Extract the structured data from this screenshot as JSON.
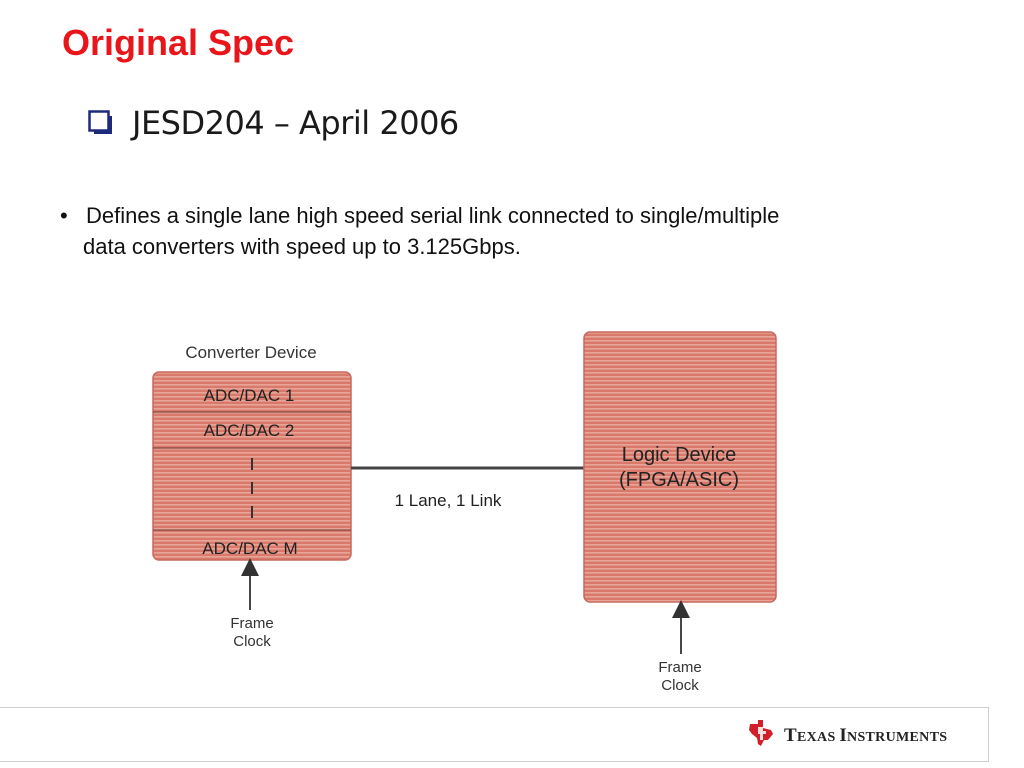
{
  "slide": {
    "title": "Original Spec",
    "subheading": "JESD204 – April 2006",
    "bullet_marker": "•",
    "bullet_line1": "Defines a single lane high speed serial link connected to single/multiple",
    "bullet_line2": "data converters with speed up to 3.125Gbps."
  },
  "diagram": {
    "converter_label": "Converter Device",
    "converter_rows": [
      "ADC/DAC 1",
      "ADC/DAC 2",
      "ADC/DAC M"
    ],
    "link_label": "1 Lane, 1 Link",
    "logic_device_line1": "Logic Device",
    "logic_device_line2": "(FPGA/ASIC)",
    "frame_clock_line1": "Frame",
    "frame_clock_line2": "Clock",
    "colors": {
      "box_fill": "#d9796b",
      "box_stripe": "#e9a79c",
      "box_border": "#c05a4d"
    }
  },
  "footer": {
    "logo_text_big1": "T",
    "logo_text_small1": "EXAS ",
    "logo_text_big2": "I",
    "logo_text_small2": "NSTRUMENTS",
    "logo_icon": "texas-state-icon"
  }
}
